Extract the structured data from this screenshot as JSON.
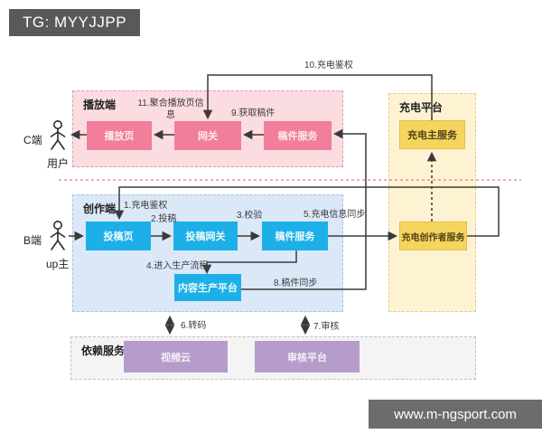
{
  "badge": {
    "text": "TG: MYYJJPP"
  },
  "watermark": {
    "text": "www.m-ngsport.com"
  },
  "groups": {
    "playback": {
      "label": "播放端"
    },
    "creation": {
      "label": "创作端"
    },
    "charging": {
      "label": "充电平台"
    },
    "dependency": {
      "label": "依赖服务"
    }
  },
  "actors": {
    "c_end": {
      "side": "C端",
      "name": "用户"
    },
    "b_end": {
      "side": "B端",
      "name": "up主"
    }
  },
  "nodes": {
    "playback_page": {
      "label": "播放页"
    },
    "gateway": {
      "label": "网关"
    },
    "archive_service_playback": {
      "label": "稿件服务"
    },
    "submit_page": {
      "label": "投稿页"
    },
    "submit_gateway": {
      "label": "投稿网关"
    },
    "archive_service_creation": {
      "label": "稿件服务"
    },
    "content_production": {
      "label": "内容生产平台"
    },
    "charging_main_service": {
      "label": "充电主服务"
    },
    "charging_creator_service": {
      "label": "充电创作者服务"
    },
    "video_cloud": {
      "label": "视频云"
    },
    "review_platform": {
      "label": "审核平台"
    }
  },
  "steps": {
    "s1": "1.充电鉴权",
    "s2": "2.投稿",
    "s3": "3.校验",
    "s4": "4.进入生产流程",
    "s5": "5.充电信息同步",
    "s6": "6.转码",
    "s7": "7.审核",
    "s8": "8.稿件同步",
    "s9": "9.获取稿件",
    "s10": "10.充电鉴权",
    "s11": "11.聚合播放页信息"
  },
  "colors": {
    "pink_node": "#f17e9b",
    "pink_area": "#fadce1",
    "blue_node": "#1db0e8",
    "blue_area": "#dbe8f7",
    "yellow_node": "#f6d55f",
    "yellow_area": "#fdf3d2",
    "purple_node": "#b69cca",
    "gray_area": "#f4f4f5",
    "line": "#3a3a3a",
    "separator": "#e77f7f",
    "badge_bg": "#58595b"
  }
}
